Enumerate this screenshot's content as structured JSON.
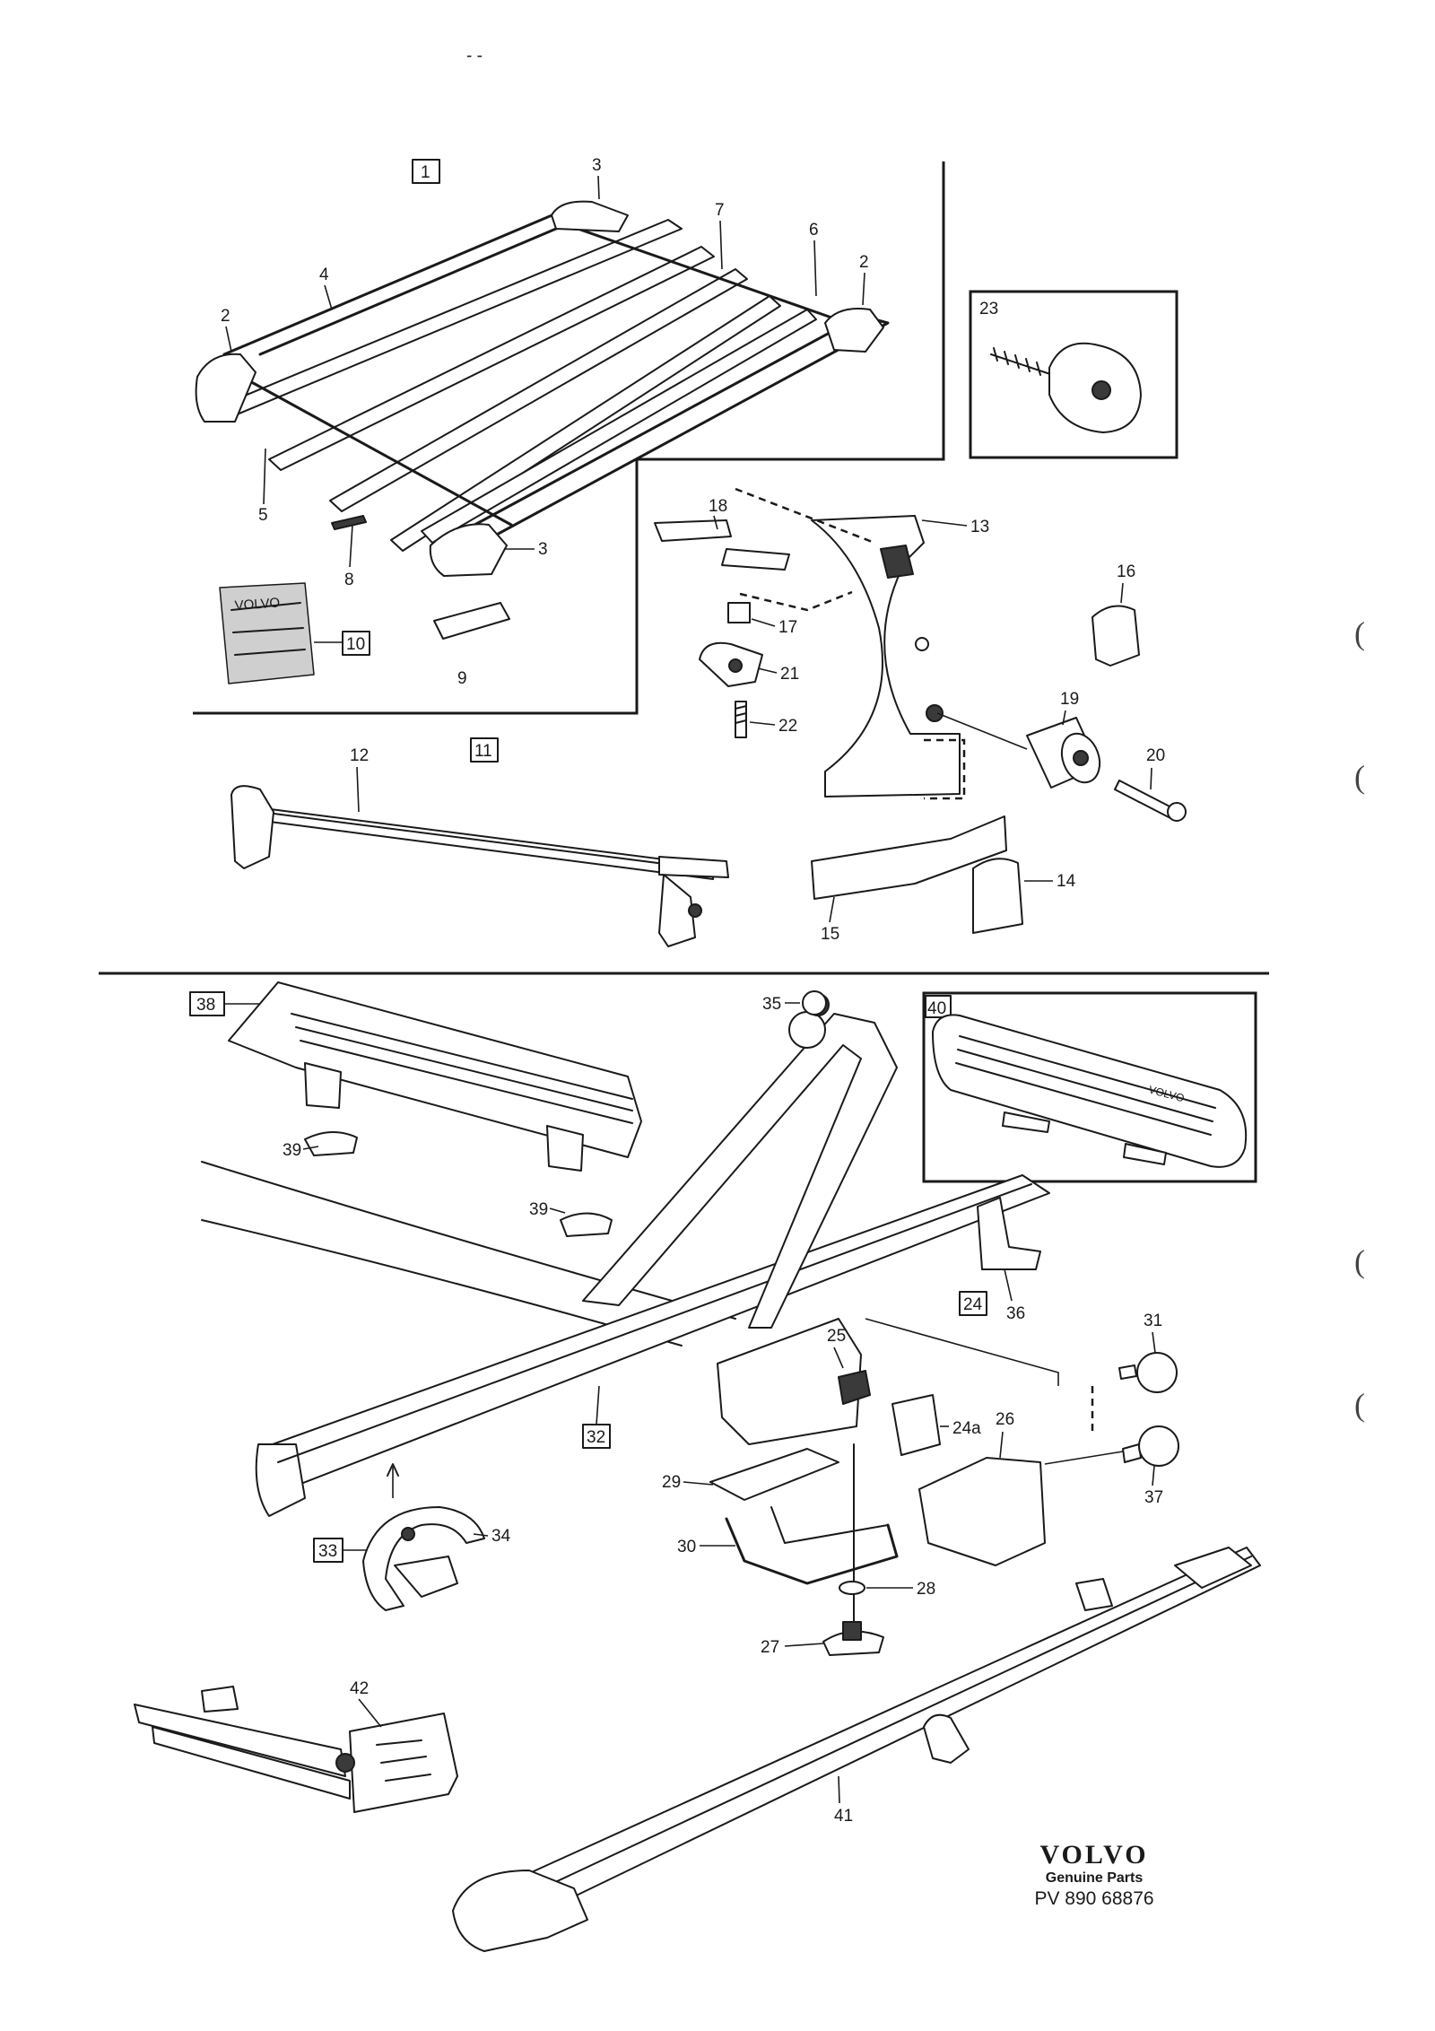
{
  "header": {
    "mark": "- -"
  },
  "sections": {
    "roof_rack": {
      "group_label": "1"
    },
    "load_carrier": {
      "group_label": "11"
    },
    "ski_holder": {
      "group_label": "38"
    },
    "ski_holder_alt": {
      "group_label": "40"
    },
    "bike_holder": {
      "group_label": "32"
    },
    "lock_kit": {
      "group_label": "24"
    },
    "wheel_holder": {
      "group_label": "33"
    },
    "fitting_kit": {
      "group_label": "10"
    }
  },
  "callouts": {
    "p2a": "2",
    "p2b": "2",
    "p3a": "3",
    "p3b": "3",
    "p4": "4",
    "p5": "5",
    "p6": "6",
    "p7": "7",
    "p8": "8",
    "p9": "9",
    "p12": "12",
    "p13": "13",
    "p14": "14",
    "p15": "15",
    "p16": "16",
    "p17": "17",
    "p18": "18",
    "p19": "19",
    "p20": "20",
    "p21": "21",
    "p22": "22",
    "p23": "23",
    "p24a": "24a",
    "p25": "25",
    "p26": "26",
    "p27": "27",
    "p28": "28",
    "p29": "29",
    "p30": "30",
    "p31": "31",
    "p34": "34",
    "p35": "35",
    "p36": "36",
    "p37": "37",
    "p39a": "39",
    "p39b": "39",
    "p41": "41",
    "p42": "42"
  },
  "bag_print": "VOLVO",
  "bar_print": "VOLVO",
  "margin_marks": [
    "(",
    "(",
    "(",
    "("
  ],
  "branding": {
    "logo": "VOLVO",
    "subtitle": "Genuine Parts",
    "code": "PV 890 68876"
  }
}
